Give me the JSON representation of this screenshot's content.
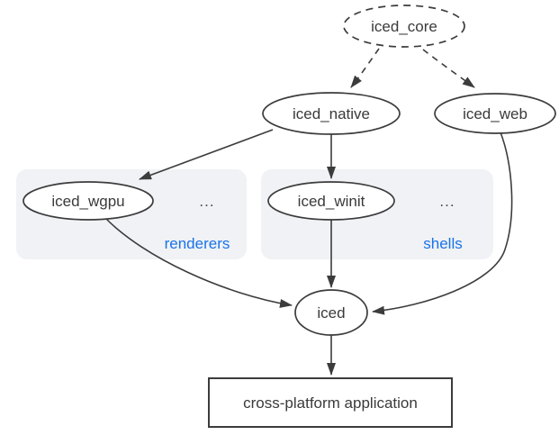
{
  "nodes": {
    "iced_core": {
      "label": "iced_core"
    },
    "iced_native": {
      "label": "iced_native"
    },
    "iced_web": {
      "label": "iced_web"
    },
    "iced_wgpu": {
      "label": "iced_wgpu"
    },
    "iced_winit": {
      "label": "iced_winit"
    },
    "iced": {
      "label": "iced"
    },
    "app": {
      "label": "cross-platform application"
    }
  },
  "groups": {
    "renderers": {
      "label": "renderers",
      "ellipsis": "..."
    },
    "shells": {
      "label": "shells",
      "ellipsis": "..."
    }
  },
  "edges": [
    {
      "from": "iced_core",
      "to": "iced_native",
      "style": "dashed"
    },
    {
      "from": "iced_core",
      "to": "iced_web",
      "style": "dashed"
    },
    {
      "from": "iced_native",
      "to": "iced_wgpu",
      "style": "solid"
    },
    {
      "from": "iced_native",
      "to": "iced_winit",
      "style": "solid"
    },
    {
      "from": "iced_wgpu",
      "to": "iced",
      "style": "solid"
    },
    {
      "from": "iced_winit",
      "to": "iced",
      "style": "solid"
    },
    {
      "from": "iced_web",
      "to": "iced",
      "style": "solid"
    },
    {
      "from": "iced",
      "to": "app",
      "style": "solid"
    }
  ],
  "colors": {
    "background": "#ffffff",
    "node_fill": "#ffffff",
    "node_stroke": "#3c3c3c",
    "edge_stroke": "#3c3c3c",
    "text": "#3a3a3a",
    "group_fill": "#f0f2f5",
    "group_label": "#1a73e8"
  }
}
